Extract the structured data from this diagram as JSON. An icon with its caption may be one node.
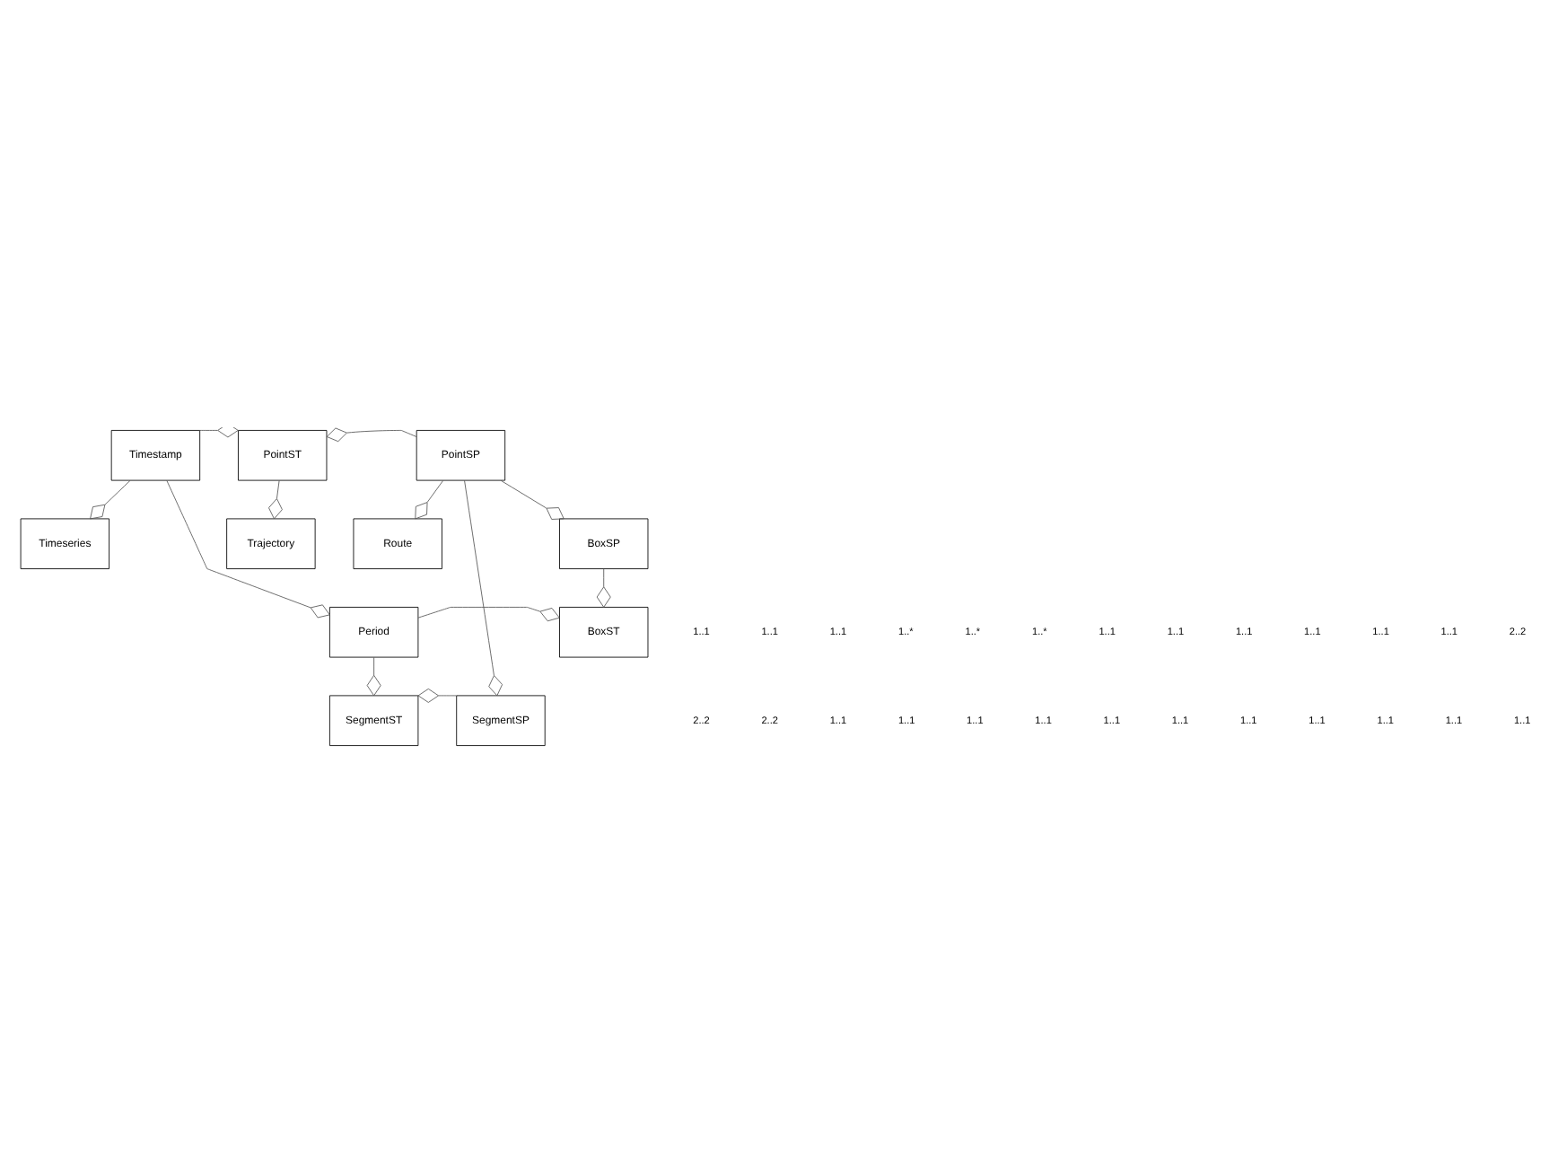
{
  "diagram": {
    "nodes": [
      {
        "text": [
          "Timeseries"
        ]
      },
      {
        "text": [
          "Trajectory"
        ]
      },
      {
        "text": [
          "Route"
        ]
      },
      {
        "text": [
          "Timestamp"
        ]
      },
      {
        "text": [
          "PointST"
        ]
      },
      {
        "text": [
          "PointSP"
        ]
      },
      {
        "text": [
          "SegmentST"
        ]
      },
      {
        "text": [
          "Period"
        ]
      },
      {
        "text": [
          "SegmentSP"
        ]
      },
      {
        "text": [
          "BoxST"
        ]
      },
      {
        "text": [
          "BoxSP"
        ]
      }
    ],
    "edges": [
      {
        "from": 3,
        "to": 0,
        "arrow": "other"
      },
      {
        "from": 4,
        "to": 1,
        "arrow": "other"
      },
      {
        "from": 5,
        "to": 2,
        "arrow": "other"
      },
      {
        "from": 3,
        "to": 4,
        "arrow": "other"
      },
      {
        "from": 5,
        "to": 4,
        "arrow": "other"
      },
      {
        "from": 3,
        "to": 7,
        "arrow": "other"
      },
      {
        "from": 7,
        "to": 6,
        "arrow": "other"
      },
      {
        "from": 8,
        "to": 6,
        "arrow": "other"
      },
      {
        "from": 5,
        "to": 8,
        "arrow": "other"
      },
      {
        "from": 7,
        "to": 9,
        "arrow": "other"
      },
      {
        "from": 10,
        "to": 9,
        "arrow": "other"
      },
      {
        "from": 5,
        "to": 10,
        "arrow": "other"
      }
    ],
    "labels": [
      "1..1",
      "1..1",
      "1..1",
      "1..*",
      "1..*",
      "1..*",
      "1..1",
      "1..1",
      "1..1",
      "1..1",
      "1..1",
      "1..1",
      "2..2",
      "2..2",
      "2..2",
      "1..1",
      "1..1",
      "1..1",
      "1..1",
      "1..1",
      "1..1",
      "1..1",
      "1..1",
      "1..1",
      "1..1",
      "1..1"
    ]
  }
}
